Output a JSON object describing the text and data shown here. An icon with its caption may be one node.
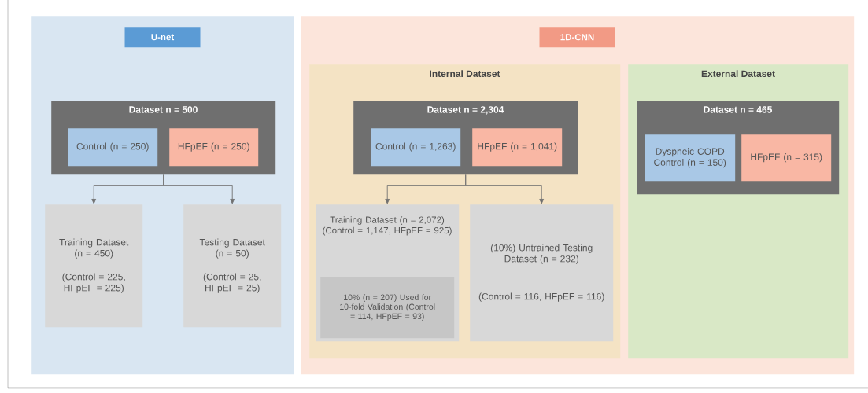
{
  "diagram": {
    "nodes": [
      {
        "text": [
          "U-net"
        ]
      },
      {
        "text": [
          "Dataset n = 500"
        ],
        "in": 0
      },
      {
        "text": [
          "Control (n = 250)"
        ],
        "in": 1
      },
      {
        "text": [
          "HFpEF (n = 250)"
        ],
        "in": 1
      },
      {
        "text": [
          "Training Dataset (n = 450)",
          "(Control = 225, HFpEF = 225)"
        ],
        "in": 0
      },
      {
        "text": [
          "Testing Dataset (n = 50)",
          "(Control = 25, HFpEF = 25)"
        ],
        "in": 0
      },
      {
        "text": [
          "1D-CNN"
        ]
      },
      {
        "text": [
          "Internal Dataset"
        ],
        "in": 6
      },
      {
        "text": [
          "Dataset n = 2,304"
        ],
        "in": 7
      },
      {
        "text": [
          "Control (n = 1,263)"
        ],
        "in": 8
      },
      {
        "text": [
          "HFpEF (n = 1,041)"
        ],
        "in": 8
      },
      {
        "text": [
          "Training Dataset (n = 2,072) (Control = 1,147, HFpEF = 925)"
        ],
        "in": 7
      },
      {
        "text": [
          "10% (n = 207) Used for 10-fold Validation (Control = 114, HFpEF = 93)"
        ],
        "in": 11
      },
      {
        "text": [
          "(10%) Untrained Testing Dataset (n = 232)",
          "(Control = 116, HFpEF = 116)"
        ],
        "in": 7
      },
      {
        "text": [
          "External Dataset"
        ],
        "in": 6
      },
      {
        "text": [
          "Dataset n = 465"
        ],
        "in": 14
      },
      {
        "text": [
          "Dyspneic COPD Control (n = 150)"
        ],
        "in": 15
      },
      {
        "text": [
          "HFpEF (n = 315)"
        ],
        "in": 15
      }
    ],
    "edges": [
      {
        "from": 1,
        "to": 4,
        "arrow": "to"
      },
      {
        "from": 1,
        "to": 5,
        "arrow": "to"
      },
      {
        "from": 8,
        "to": 11,
        "arrow": "to"
      },
      {
        "from": 8,
        "to": 13,
        "arrow": "to"
      }
    ]
  }
}
